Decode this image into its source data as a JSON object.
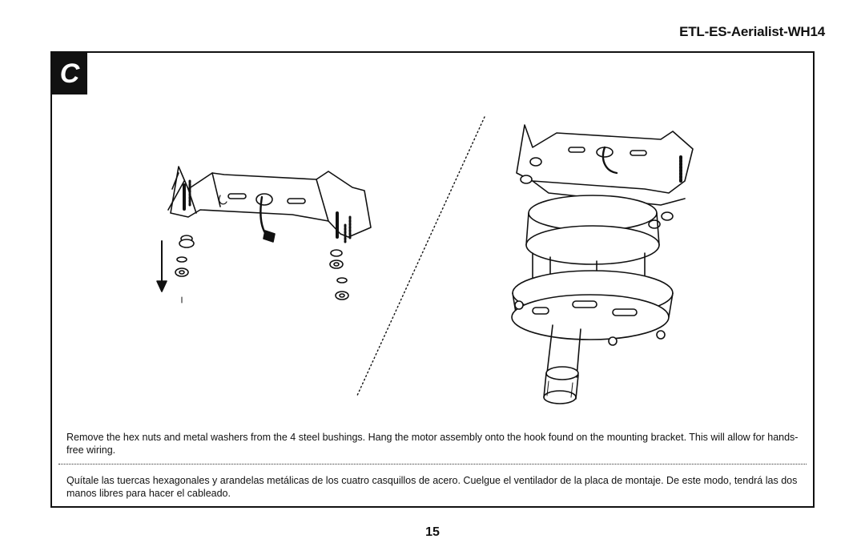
{
  "header": {
    "doc_code": "ETL-ES-Aerialist-WH14"
  },
  "step": {
    "letter": "C"
  },
  "captions": {
    "english": "Remove the hex nuts and metal washers from the 4 steel bushings. Hang the motor assembly onto the hook found on the mounting bracket. This will allow for hands-free wiring.",
    "spanish": "Quítale las tuercas hexagonales y arandelas metálicas de los cuatro casquillos de acero. Cuelgue el ventilador de la placa de montaje. De este modo, tendrá las dos manos libres para hacer el cableado."
  },
  "footer": {
    "page_number": "15"
  }
}
